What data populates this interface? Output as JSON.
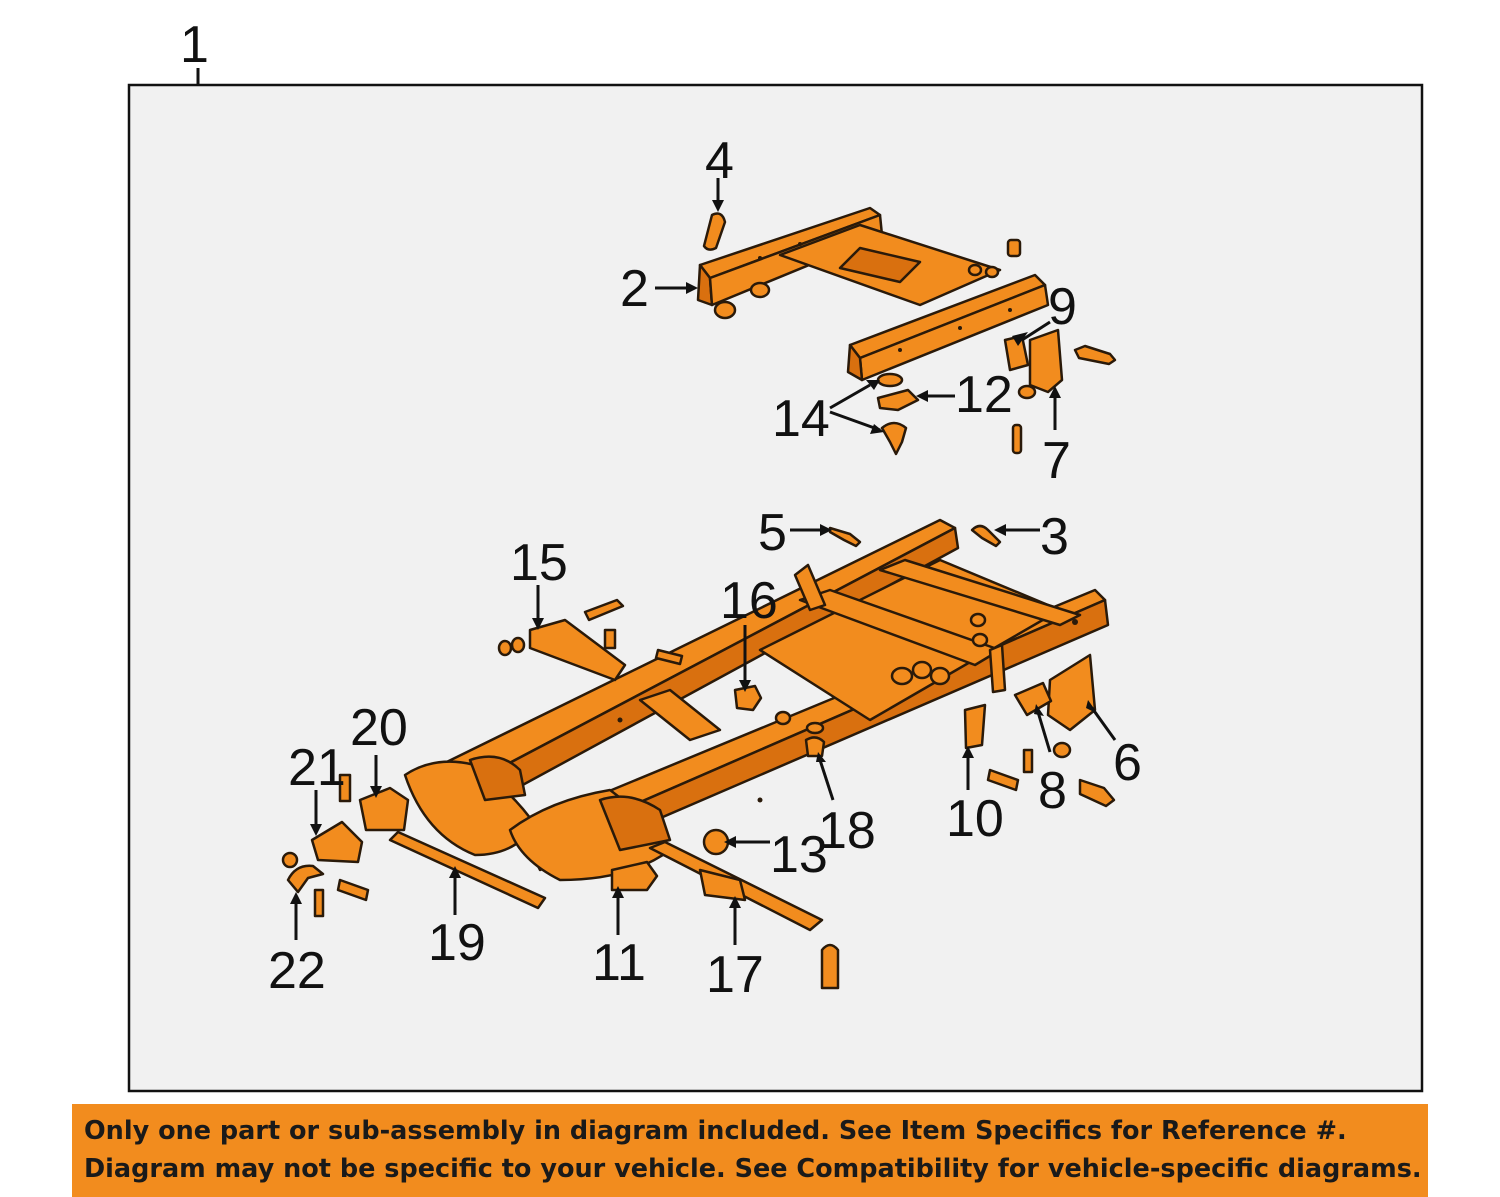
{
  "colors": {
    "part_fill": "#f28c1e",
    "frame_background": "#f1f1f1",
    "banner": "#f28c1e"
  },
  "callouts": [
    {
      "id": "1",
      "label": "1"
    },
    {
      "id": "2",
      "label": "2"
    },
    {
      "id": "3",
      "label": "3"
    },
    {
      "id": "4",
      "label": "4"
    },
    {
      "id": "5",
      "label": "5"
    },
    {
      "id": "6",
      "label": "6"
    },
    {
      "id": "7",
      "label": "7"
    },
    {
      "id": "8",
      "label": "8"
    },
    {
      "id": "9",
      "label": "9"
    },
    {
      "id": "10",
      "label": "10"
    },
    {
      "id": "11",
      "label": "11"
    },
    {
      "id": "12",
      "label": "12"
    },
    {
      "id": "13",
      "label": "13"
    },
    {
      "id": "14",
      "label": "14"
    },
    {
      "id": "15",
      "label": "15"
    },
    {
      "id": "16",
      "label": "16"
    },
    {
      "id": "17",
      "label": "17"
    },
    {
      "id": "18",
      "label": "18"
    },
    {
      "id": "19",
      "label": "19"
    },
    {
      "id": "20",
      "label": "20"
    },
    {
      "id": "21",
      "label": "21"
    },
    {
      "id": "22",
      "label": "22"
    }
  ],
  "disclaimer": {
    "line1": "Only one part or sub-assembly in diagram included. See Item Specifics for Reference #.",
    "line2": "Diagram may not be specific to your vehicle. See Compatibility for vehicle-specific diagrams."
  }
}
